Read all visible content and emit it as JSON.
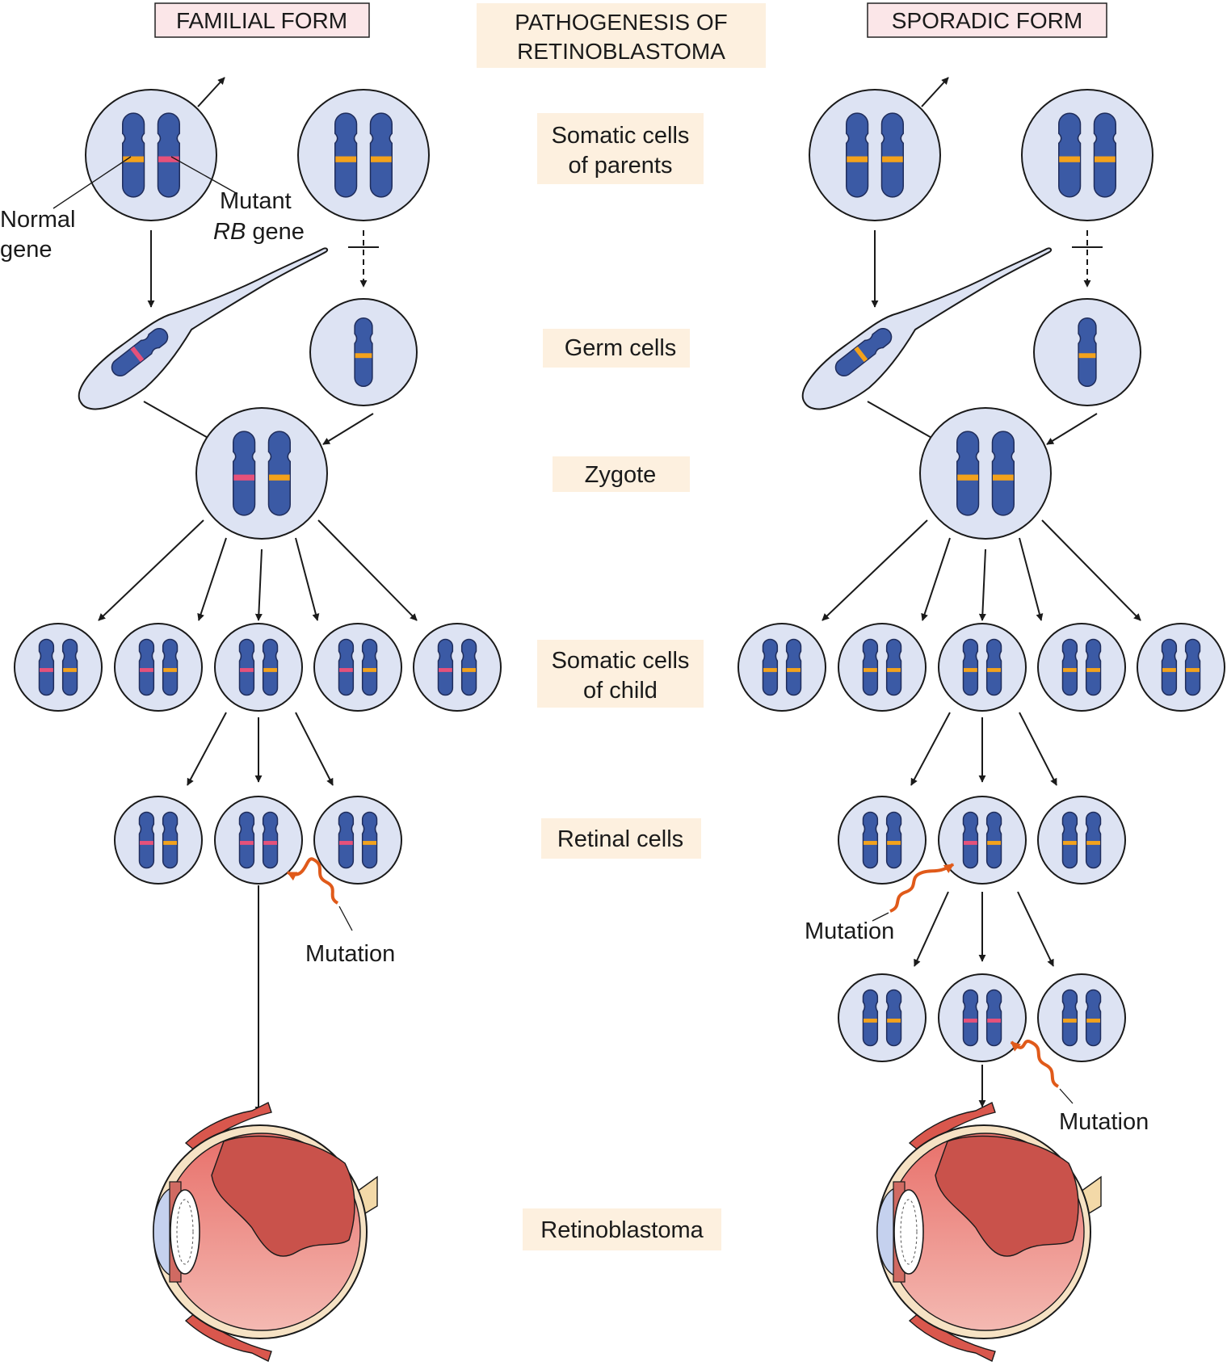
{
  "familial_title": "FAMILIAL FORM",
  "sporadic_title": "SPORADIC FORM",
  "main_title_line1": "PATHOGENESIS OF",
  "main_title_line2": "RETINOBLASTOMA",
  "stage_somatic_parents_1": "Somatic cells",
  "stage_somatic_parents_2": "of parents",
  "stage_germ": "Germ cells",
  "stage_zygote": "Zygote",
  "stage_somatic_child_1": "Somatic cells",
  "stage_somatic_child_2": "of child",
  "stage_retinal": "Retinal cells",
  "stage_retinoblastoma": "Retinoblastoma",
  "label_normal_1": "Normal",
  "label_normal_2": "gene",
  "label_mutant_1": "Mutant",
  "label_mutant_rb": "RB",
  "label_mutant_gene": " gene",
  "label_mutation": "Mutation",
  "colors": {
    "cell_fill": "#dde3f3",
    "chromosome": "#3b5aa5",
    "normal_band": "#f3a21c",
    "mutant_band": "#e6517a",
    "label_bg_familial": "#fbe6e8",
    "label_bg_stage": "#fdf0df",
    "mutation_arrow": "#e05a1a"
  }
}
